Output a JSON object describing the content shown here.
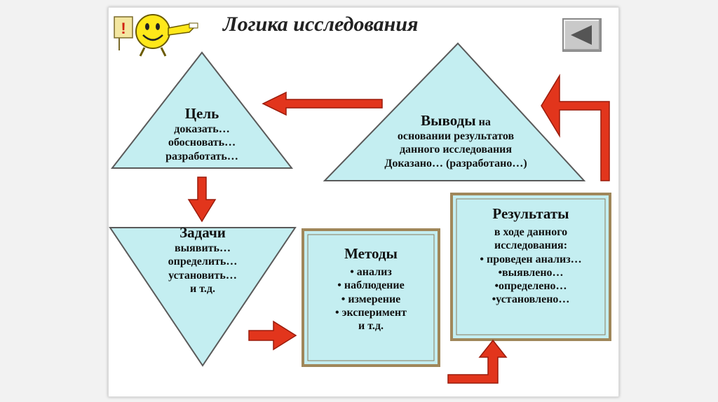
{
  "title": "Логика исследования",
  "colors": {
    "shape_fill": "#c4eef1",
    "shape_stroke": "#5a5a5a",
    "box_border": "#a0875a",
    "arrow_fill": "#e2351c",
    "arrow_stroke": "#9a1b0b"
  },
  "goal": {
    "heading": "Цель",
    "lines": [
      "доказать…",
      "обосновать…",
      "разработать…"
    ]
  },
  "conclusions": {
    "heading": "Выводы",
    "heading_suffix": " на",
    "lines": [
      "основании результатов",
      "данного исследования",
      "Доказано… (разработано…)"
    ]
  },
  "tasks": {
    "heading": "Задачи",
    "lines": [
      "выявить…",
      "определить…",
      "установить…",
      "и т.д."
    ]
  },
  "methods": {
    "heading": "Методы",
    "lines": [
      "• анализ",
      "• наблюдение",
      "• измерение",
      "• эксперимент",
      "и т.д."
    ]
  },
  "results": {
    "heading": "Результаты",
    "lines": [
      "в ходе данного",
      "исследования:",
      "• проведен анализ…",
      "•выявлено…",
      "•определено…",
      "•установлено…"
    ]
  },
  "icons": {
    "mascot": "smiley-pointing-icon",
    "back": "back-arrow-icon"
  }
}
